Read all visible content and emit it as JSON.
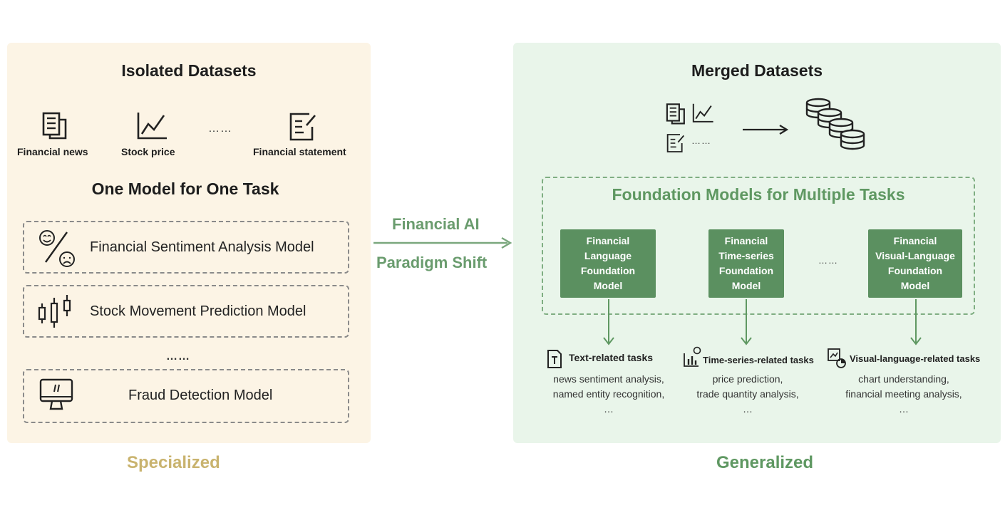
{
  "left": {
    "title": "Isolated Datasets",
    "datasets": [
      {
        "label": "Financial news",
        "icon": "newspaper-icon"
      },
      {
        "label": "Stock price",
        "icon": "line-chart-icon"
      },
      {
        "label": "Financial statement",
        "icon": "document-edit-icon"
      }
    ],
    "datasets_ellipsis": "……",
    "subtitle": "One Model for One Task",
    "models": [
      {
        "label": "Financial Sentiment Analysis Model",
        "icon": "sentiment-icon"
      },
      {
        "label": "Stock Movement Prediction Model",
        "icon": "candlestick-icon"
      },
      {
        "label": "Fraud Detection Model",
        "icon": "monitor-alert-icon"
      }
    ],
    "models_ellipsis": "……",
    "footer": "Specialized"
  },
  "middle": {
    "line1": "Financial AI",
    "line2": "Paradigm Shift"
  },
  "right": {
    "title": "Merged Datasets",
    "datasets_ellipsis": "……",
    "fm_title": "Foundation Models for Multiple Tasks",
    "models": [
      {
        "label": "Financial\nLanguage\nFoundation\nModel"
      },
      {
        "label": "Financial\nTime-series\nFoundation\nModel"
      },
      {
        "label": "Financial\nVisual-Language\nFoundation\nModel"
      }
    ],
    "models_ellipsis": "……",
    "tasks": [
      {
        "title": "Text-related tasks",
        "line1": "news sentiment analysis,",
        "line2": "named entity recognition,",
        "more": "…",
        "icon": "text-doc-icon"
      },
      {
        "title": "Time-series-related tasks",
        "line1": "price prediction,",
        "line2": "trade quantity analysis,",
        "more": "…",
        "icon": "bar-chart-icon"
      },
      {
        "title": "Visual-language-related tasks",
        "line1": "chart understanding,",
        "line2": "financial meeting analysis,",
        "more": "…",
        "icon": "image-chart-icon"
      }
    ],
    "footer": "Generalized"
  },
  "colors": {
    "left_bg": "#fcf4e5",
    "right_bg": "#e9f5ea",
    "green_accent": "#5b9060",
    "specialized_label": "#c9b36e",
    "generalized_label": "#5f9862"
  }
}
